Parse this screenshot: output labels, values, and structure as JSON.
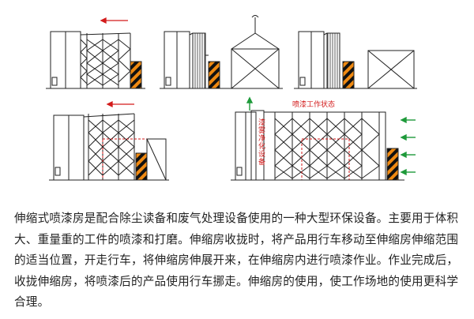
{
  "diagram": {
    "spray_state_label": "喷漆工作状态",
    "purify_label": "漆雾净化设备"
  },
  "colors": {
    "line": "#222222",
    "red": "#d31b1b",
    "green": "#1e9a3a",
    "hazard_orange": "#f08a12",
    "hazard_black": "#111111"
  },
  "description": "伸缩式喷漆房是配合除尘读备和废气处理设备使用的一种大型环保设备。主要用于体积大、重量重的工件的喷漆和打磨。伸缩房收拢时，将产品用行车移动至伸缩房伸缩范围的适当位置，开走行车，将伸缩房伸展开来，在伸缩房内进行喷漆作业。作业完成后，收拢伸缩房，将喷漆后的产品使用行车挪走。伸缩房的使用，使工作场地的使用更科学合理。"
}
